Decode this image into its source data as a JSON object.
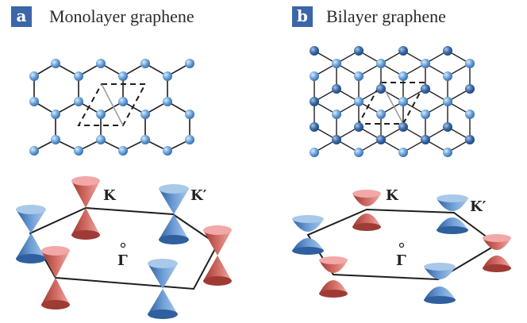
{
  "panels": [
    {
      "tag": "a",
      "title": "Monolayer graphene"
    },
    {
      "tag": "b",
      "title": "Bilayer graphene"
    }
  ],
  "point_labels": {
    "K": "K",
    "K_prime": "K′",
    "Gamma": "Γ"
  },
  "colors": {
    "tag_bg": "#3b66a8",
    "atom_top": "#6fa6da",
    "atom_bottom": "#2f5f9e",
    "bond": "#1e1e1e",
    "cone_blue": "#4d7ec3",
    "cone_blue_light": "#a9c9ea",
    "cone_red": "#c95b52",
    "cone_red_light": "#f2a8a6"
  }
}
